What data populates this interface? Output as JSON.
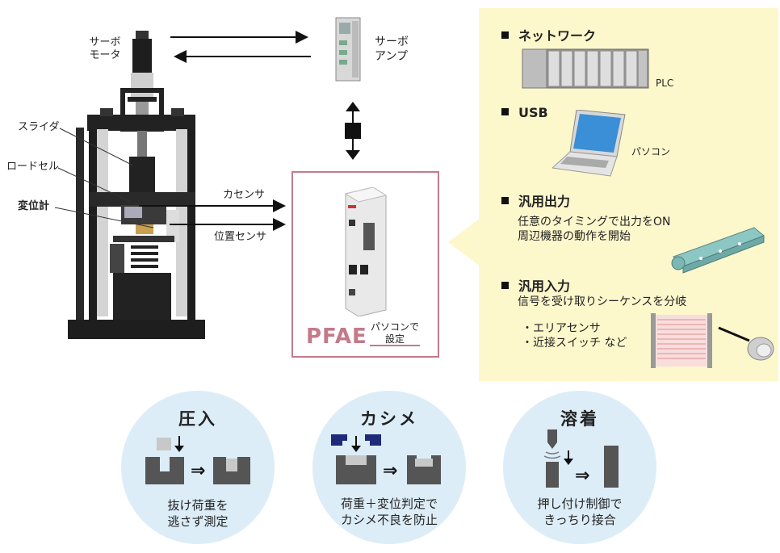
{
  "servo_motor_label": "サーボ\nモータ",
  "servo_amp_label": "サーボ\nアンプ",
  "slider_label": "スライダ",
  "load_cell_label": "ロードセル",
  "displacement_label": "変位計",
  "force_sensor_label": "カセンサ",
  "position_sensor_label": "位置センサ",
  "pfae": {
    "name": "PFAE",
    "sub": "パソコンで\n設定"
  },
  "sections": {
    "network": {
      "title": "ネットワーク",
      "device": "PLC"
    },
    "usb": {
      "title": "USB",
      "device": "パソコン"
    },
    "output": {
      "title": "汎用出力",
      "desc": "任意のタイミングで出力をON\n周辺機器の動作を開始"
    },
    "input": {
      "title": "汎用入力",
      "desc": "信号を受け取りシーケンスを分岐",
      "items": [
        "・エリアセンサ",
        "・近接スイッチ など"
      ]
    }
  },
  "apps": [
    {
      "title": "圧入",
      "desc": "抜け荷重を\n逃さず測定"
    },
    {
      "title": "カシメ",
      "desc": "荷重＋変位判定で\nカシメ不良を防止"
    },
    {
      "title": "溶着",
      "desc": "押し付け制御で\nきっちり接合"
    }
  ],
  "colors": {
    "accent": "#c47a89",
    "panel": "#fdf7cc",
    "circle": "#dcedf8",
    "navy": "#1f2a7a"
  }
}
